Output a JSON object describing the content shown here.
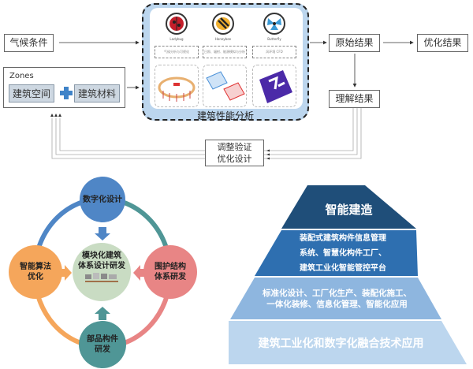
{
  "flow": {
    "climate": "气候条件",
    "zones": {
      "title": "Zones",
      "space": "建筑空间",
      "material": "建筑材料"
    },
    "analysis": {
      "title": "建筑性能分析",
      "tools": [
        {
          "name": "Ladybug",
          "caption": "气候分析与可视化",
          "icon": "ladybug-icon"
        },
        {
          "name": "Honeybee",
          "caption": "日照、辐射、能源模拟与分析",
          "icon": "honeybee-icon"
        },
        {
          "name": "Butterfly",
          "caption": "风环境 CFD",
          "icon": "butterfly-icon"
        }
      ]
    },
    "raw_result": "原始结果",
    "optimized_result": "优化结果",
    "understood_result": "理解结果",
    "adjust": {
      "line1": "调整验证",
      "line2": "优化设计"
    }
  },
  "cycle": {
    "top": "数字化设计",
    "left": [
      "智能算法",
      "优化"
    ],
    "right": [
      "围护结构",
      "体系研发"
    ],
    "bottom": [
      "部品构件",
      "研发"
    ],
    "center": [
      "模块化建筑",
      "体系设计研发"
    ],
    "colors": {
      "top": "#4f86c6",
      "right": "#e88585",
      "bottom": "#4f9696",
      "left": "#f5a65b",
      "center": "#c9dcc3"
    }
  },
  "pyramid": {
    "levels": [
      {
        "lines": [
          "智能建造"
        ],
        "color": "#1f4e79"
      },
      {
        "lines": [
          "装配式建筑构件信息管理",
          "系统、智慧化构件工厂、",
          "建筑工业化智能管控平台"
        ],
        "color": "#2e6fb0"
      },
      {
        "lines": [
          "标准化设计、工厂化生产、装配化施工、",
          "一体化装修、信息化管理、智能化应用"
        ],
        "color": "#8eb6df"
      },
      {
        "lines": [
          "建筑工业化和数字化融合技术应用"
        ],
        "color": "#bcd6ee"
      }
    ]
  }
}
